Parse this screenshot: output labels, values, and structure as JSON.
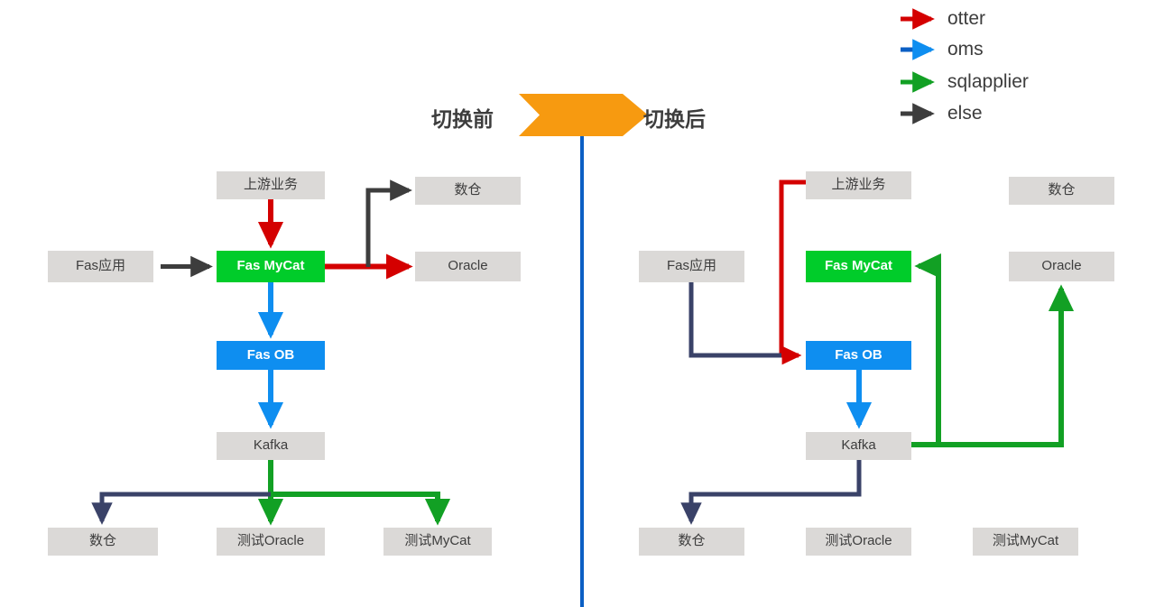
{
  "diagram": {
    "title_before": "切换前",
    "title_after": "切换后",
    "divider_color": "#0b5fc4",
    "transition_arrow_color": "#f79a10"
  },
  "legend": {
    "items": [
      {
        "label": "otter",
        "color": "#d40000"
      },
      {
        "label": "oms",
        "color": "#0b5fc4"
      },
      {
        "label": "sqlapplier",
        "color": "#12a024"
      },
      {
        "label": "else",
        "color": "#3d3d3d"
      }
    ]
  },
  "palette": {
    "box_gray": "#dbd9d7",
    "box_green": "#00cc2a",
    "box_blue": "#0e8ef0",
    "edge_red": "#d40000",
    "edge_blue": "#0e8ef0",
    "edge_green": "#12a024",
    "edge_black": "#3d3d3d",
    "edge_navy": "#3a4268"
  },
  "before": {
    "nodes": [
      {
        "id": "upstream",
        "label": "上游业务",
        "style": "gray"
      },
      {
        "id": "fas_app",
        "label": "Fas应用",
        "style": "gray"
      },
      {
        "id": "fas_mycat",
        "label": "Fas MyCat",
        "style": "green"
      },
      {
        "id": "dw_top",
        "label": "数仓",
        "style": "gray"
      },
      {
        "id": "oracle",
        "label": "Oracle",
        "style": "gray"
      },
      {
        "id": "fas_ob",
        "label": "Fas OB",
        "style": "blue"
      },
      {
        "id": "kafka",
        "label": "Kafka",
        "style": "gray"
      },
      {
        "id": "dw_bottom",
        "label": "数仓",
        "style": "gray"
      },
      {
        "id": "test_oracle",
        "label": "测试Oracle",
        "style": "gray"
      },
      {
        "id": "test_mycat",
        "label": "测试MyCat",
        "style": "gray"
      }
    ],
    "edges": [
      {
        "from": "upstream",
        "to": "fas_mycat",
        "type": "otter"
      },
      {
        "from": "fas_app",
        "to": "fas_mycat",
        "type": "else"
      },
      {
        "from": "fas_mycat",
        "to": "oracle",
        "type": "otter"
      },
      {
        "from": "fas_mycat",
        "to": "dw_top",
        "type": "else"
      },
      {
        "from": "fas_mycat",
        "to": "fas_ob",
        "type": "oms"
      },
      {
        "from": "fas_ob",
        "to": "kafka",
        "type": "oms"
      },
      {
        "from": "kafka",
        "to": "dw_bottom",
        "type": "else"
      },
      {
        "from": "kafka",
        "to": "test_oracle",
        "type": "sqlapplier"
      },
      {
        "from": "kafka",
        "to": "test_mycat",
        "type": "sqlapplier"
      }
    ]
  },
  "after": {
    "nodes": [
      {
        "id": "upstream",
        "label": "上游业务",
        "style": "gray"
      },
      {
        "id": "fas_app",
        "label": "Fas应用",
        "style": "gray"
      },
      {
        "id": "fas_mycat",
        "label": "Fas MyCat",
        "style": "green"
      },
      {
        "id": "dw_top",
        "label": "数仓",
        "style": "gray"
      },
      {
        "id": "oracle",
        "label": "Oracle",
        "style": "gray"
      },
      {
        "id": "fas_ob",
        "label": "Fas OB",
        "style": "blue"
      },
      {
        "id": "kafka",
        "label": "Kafka",
        "style": "gray"
      },
      {
        "id": "dw_bottom",
        "label": "数仓",
        "style": "gray"
      },
      {
        "id": "test_oracle",
        "label": "测试Oracle",
        "style": "gray"
      },
      {
        "id": "test_mycat",
        "label": "测试MyCat",
        "style": "gray"
      }
    ],
    "edges": [
      {
        "from": "upstream",
        "to": "fas_ob",
        "type": "otter"
      },
      {
        "from": "fas_app",
        "to": "fas_ob",
        "type": "else"
      },
      {
        "from": "fas_ob",
        "to": "kafka",
        "type": "oms"
      },
      {
        "from": "kafka",
        "to": "dw_bottom",
        "type": "else"
      },
      {
        "from": "kafka",
        "to": "fas_mycat",
        "type": "sqlapplier"
      },
      {
        "from": "kafka",
        "to": "oracle",
        "type": "sqlapplier"
      }
    ]
  }
}
